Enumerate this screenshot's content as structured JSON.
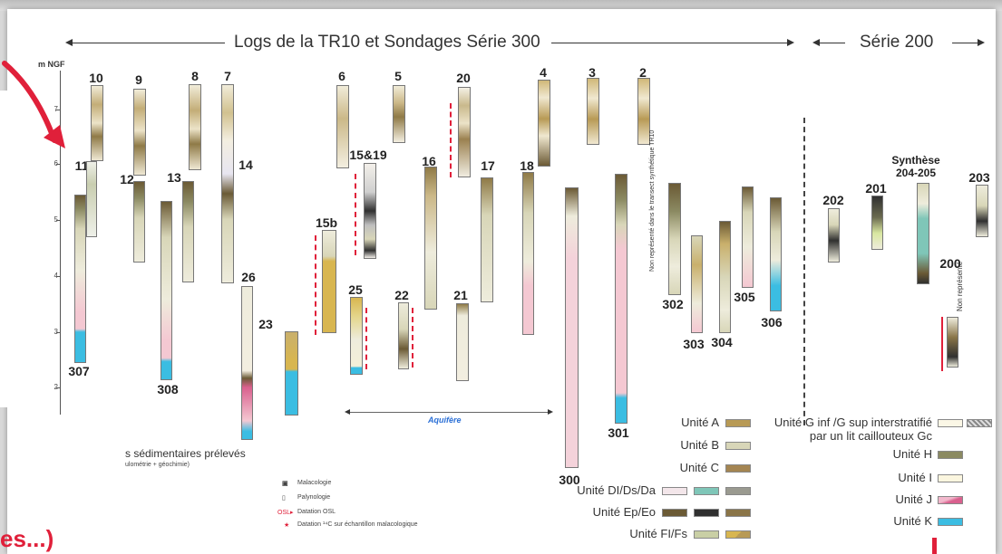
{
  "header": {
    "main_title": "Logs de la TR10 et Sondages Série 300",
    "right_title": "Série 200"
  },
  "axis": {
    "title": "m NGF",
    "ticks": [
      "7",
      "6",
      "5",
      "4",
      "3",
      "2"
    ]
  },
  "columns": [
    {
      "id": "10"
    },
    {
      "id": "9"
    },
    {
      "id": "8"
    },
    {
      "id": "7"
    },
    {
      "id": "6"
    },
    {
      "id": "5"
    },
    {
      "id": "20"
    },
    {
      "id": "4"
    },
    {
      "id": "3"
    },
    {
      "id": "2"
    },
    {
      "id": "11"
    },
    {
      "id": "12"
    },
    {
      "id": "13"
    },
    {
      "id": "14"
    },
    {
      "id": "15&19"
    },
    {
      "id": "16"
    },
    {
      "id": "17"
    },
    {
      "id": "18"
    },
    {
      "id": "15b"
    },
    {
      "id": "26"
    },
    {
      "id": "25"
    },
    {
      "id": "22"
    },
    {
      "id": "21"
    },
    {
      "id": "23"
    },
    {
      "id": "307"
    },
    {
      "id": "308"
    },
    {
      "id": "302"
    },
    {
      "id": "303"
    },
    {
      "id": "304"
    },
    {
      "id": "305"
    },
    {
      "id": "306"
    },
    {
      "id": "301"
    },
    {
      "id": "300"
    },
    {
      "id": "202"
    },
    {
      "id": "201"
    },
    {
      "id": "203"
    },
    {
      "id": "200"
    }
  ],
  "synthese": {
    "line1": "Synthèse",
    "line2": "204-205"
  },
  "annotations": {
    "aquifere": "Aquifère",
    "non_represente_tr10": "Non représenté dans le transect synthétique TR10",
    "non_represente": "Non représenté"
  },
  "legend": {
    "units": [
      {
        "label": "Unité A",
        "colors": [
          "#b89a55"
        ]
      },
      {
        "label": "Unité B",
        "colors": [
          "#d8d6b8"
        ]
      },
      {
        "label": "Unité C",
        "colors": [
          "#a48552"
        ]
      },
      {
        "label": "Unité DI/Ds/Da",
        "colors": [
          "#f3e6ea",
          "#7fc6b8",
          "#9a9a90"
        ]
      },
      {
        "label": "Unité Ep/Eo",
        "colors": [
          "#6b5a35",
          "#303030",
          "#8a7548"
        ]
      },
      {
        "label": "Unité FI/Fs",
        "colors": [
          "#c9cfa5",
          "#d8b650"
        ]
      },
      {
        "label": "Unité G inf /G sup interstratifié",
        "colors": [
          "#fbf7e6"
        ]
      },
      {
        "label": "par un lit caillouteux Gc",
        "colors": []
      },
      {
        "label": "Unité H",
        "colors": [
          "#8b8a62"
        ]
      },
      {
        "label": "Unité I",
        "colors": [
          "#fbf6df"
        ]
      },
      {
        "label": "Unité J",
        "colors": [
          "#d9608e"
        ]
      },
      {
        "label": "Unité K",
        "colors": [
          "#3bbde2"
        ]
      }
    ],
    "samples_title": "s sédimentaires prélevés",
    "samples_sub": "ulométrie + géochimie)",
    "symbols": [
      "Malacologie",
      "Palynologie",
      "Datation OSL",
      "Datation ¹⁴C sur échantillon malacologique"
    ],
    "bottom_fragment": "es...)"
  },
  "colors": {
    "accent_red": "#e0203a",
    "blue": "#3bbde2",
    "pink": "#f4c8d2"
  }
}
